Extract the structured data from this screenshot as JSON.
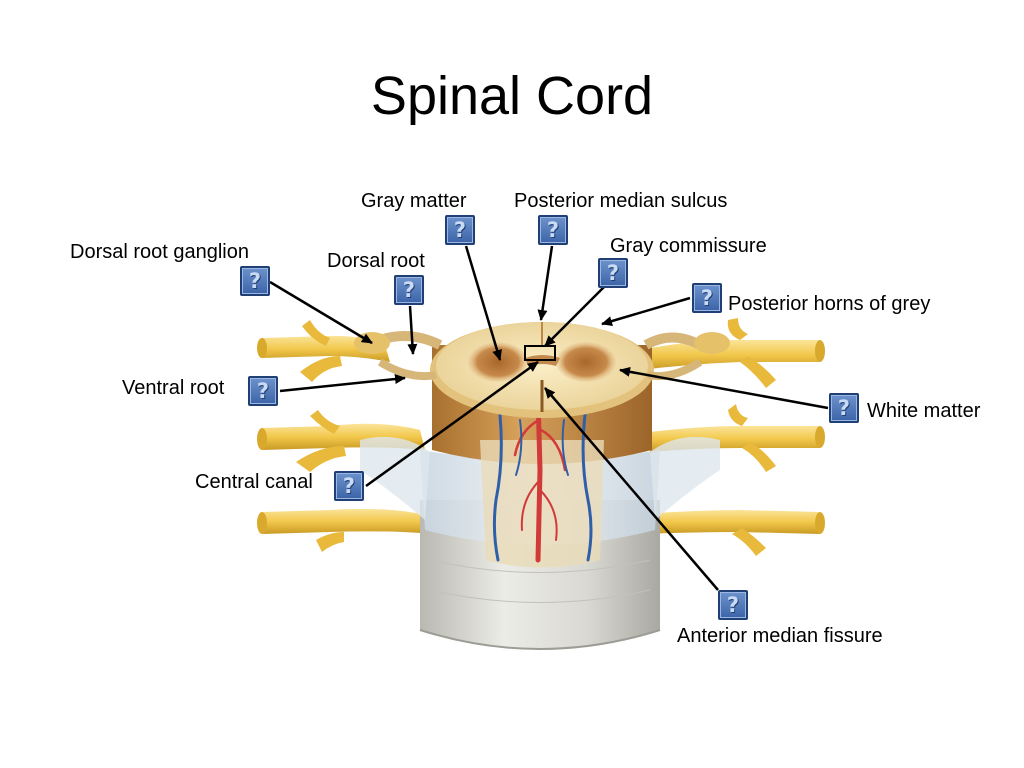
{
  "title": "Spinal Cord",
  "colors": {
    "button_fill": "#4f76b9",
    "button_border": "#1f3f75",
    "nerve": "#f2c84b",
    "cord_body": "#c98e47",
    "gray_matter": "#b97a3e",
    "meninges": "#d8d8d0",
    "artery": "#d23a3a",
    "vein": "#2f5fa8"
  },
  "button_glyph": "?",
  "labels": {
    "gray_matter": "Gray matter",
    "posterior_median_sulcus": "Posterior median sulcus",
    "dorsal_root_ganglion": "Dorsal root ganglion",
    "dorsal_root": "Dorsal root",
    "gray_commissure": "Gray commissure",
    "posterior_horns": "Posterior horns of grey",
    "ventral_root": "Ventral root",
    "white_matter": "White matter",
    "central_canal": "Central canal",
    "anterior_median_fissure": "Anterior median fissure"
  }
}
